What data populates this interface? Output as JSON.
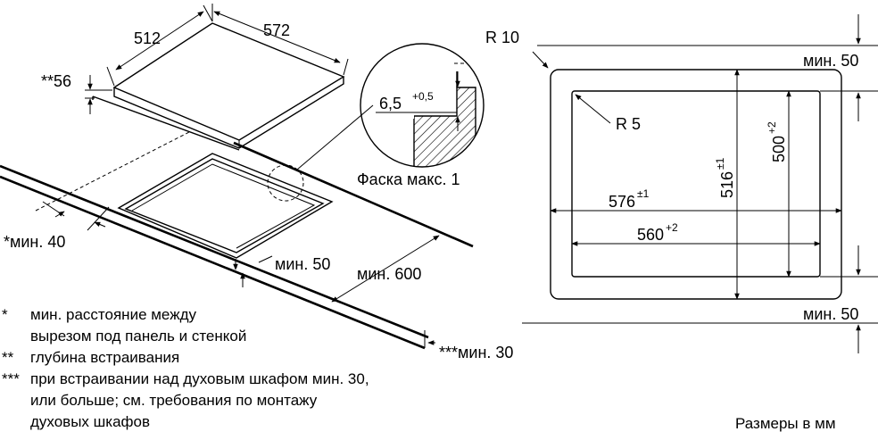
{
  "iso": {
    "depth": "512",
    "width": "572",
    "height": "**56",
    "min40": "*мин. 40",
    "min50": "мин. 50",
    "min600": "мин. 600",
    "min30": "***мин. 30"
  },
  "detail": {
    "value": "6,5",
    "sup": "+0,5",
    "chamfer": "Фаска макс. 1"
  },
  "plan": {
    "r10": "R 10",
    "r5": "R 5",
    "w576": "576",
    "w576_sup": "±1",
    "w560": "560",
    "w560_sup": "+2",
    "h516": "516",
    "h516_sup": "±1",
    "h500": "500",
    "h500_sup": "+2",
    "min50_top": "мин. 50",
    "min50_bottom": "мин. 50"
  },
  "notes": [
    {
      "mark": "*",
      "lines": [
        "мин. расстояние между",
        "вырезом под панель и стенкой"
      ]
    },
    {
      "mark": "**",
      "lines": [
        "глубина встраивания"
      ]
    },
    {
      "mark": "***",
      "lines": [
        "при встраивании над духовым шкафом мин. 30,",
        "или больше; см. требования по монтажу",
        "духовых шкафов"
      ]
    }
  ],
  "units": "Размеры в мм"
}
